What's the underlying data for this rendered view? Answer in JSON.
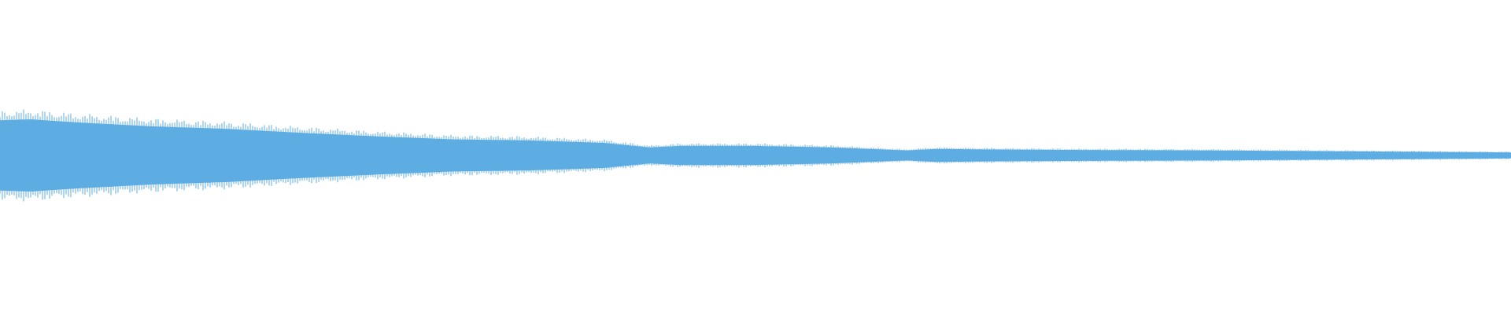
{
  "waveform": {
    "color": "#5dade2",
    "peak_amplitude_start": 0.72,
    "peak_amplitude_end": 0.06,
    "envelope": [
      [
        0.0,
        0.7
      ],
      [
        0.02,
        0.72
      ],
      [
        0.05,
        0.66
      ],
      [
        0.1,
        0.58
      ],
      [
        0.15,
        0.53
      ],
      [
        0.2,
        0.45
      ],
      [
        0.25,
        0.38
      ],
      [
        0.3,
        0.32
      ],
      [
        0.35,
        0.3
      ],
      [
        0.4,
        0.25
      ],
      [
        0.43,
        0.16
      ],
      [
        0.45,
        0.19
      ],
      [
        0.5,
        0.19
      ],
      [
        0.55,
        0.16
      ],
      [
        0.6,
        0.1
      ],
      [
        0.62,
        0.13
      ],
      [
        0.65,
        0.12
      ],
      [
        0.7,
        0.11
      ],
      [
        0.8,
        0.1
      ],
      [
        0.9,
        0.08
      ],
      [
        1.0,
        0.06
      ]
    ]
  }
}
